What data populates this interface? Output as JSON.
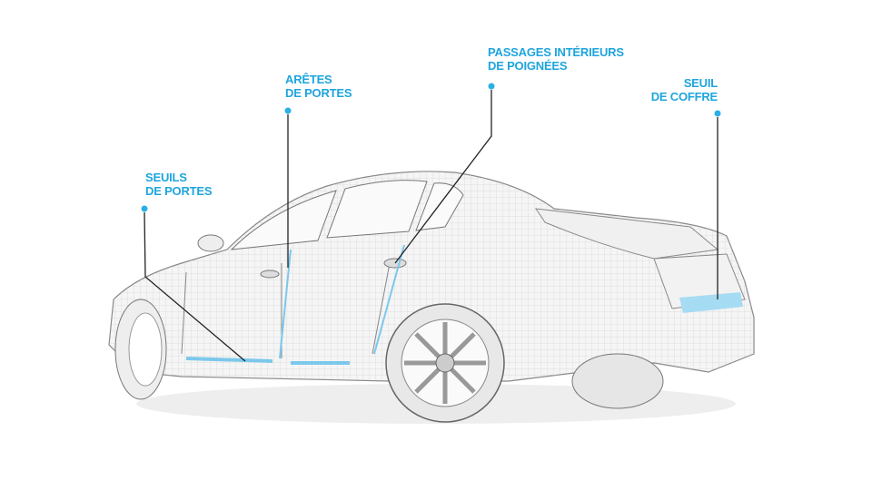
{
  "callouts": [
    {
      "line1": "SEUILS",
      "line2": "DE PORTES"
    },
    {
      "line1": "ARÊTES",
      "line2": "DE PORTES"
    },
    {
      "line1": "PASSAGES INTÉRIEURS",
      "line2": "DE POIGNÉES"
    },
    {
      "line1": "SEUIL",
      "line2": "DE COFFRE"
    }
  ],
  "colors": {
    "accent": "#1ea5dc",
    "wire": "#9a9a9a",
    "body": "#f4f4f4"
  }
}
